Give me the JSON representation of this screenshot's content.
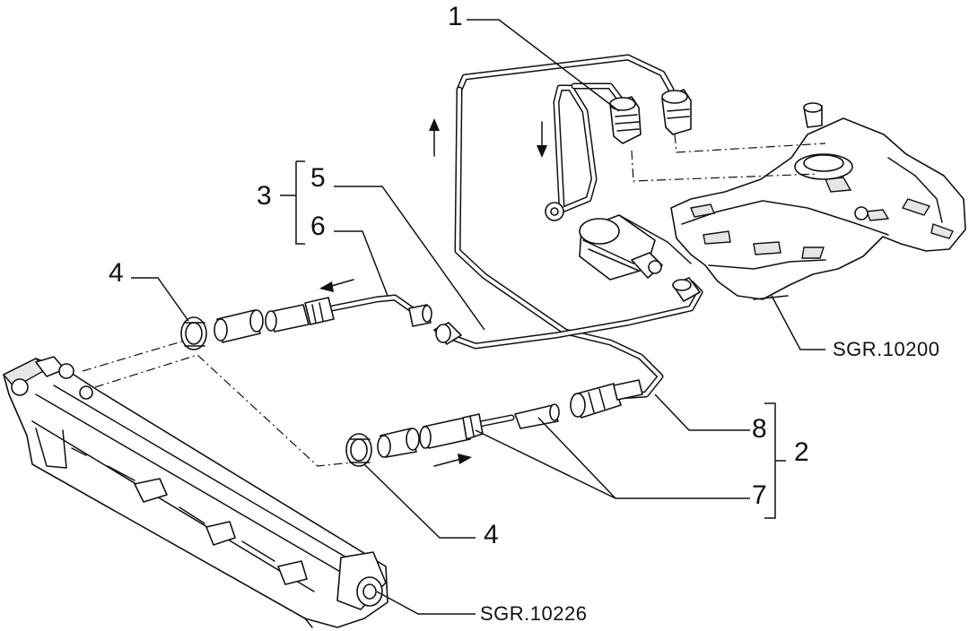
{
  "callouts": {
    "c1": "1",
    "c2": "2",
    "c3": "3",
    "c4_top": "4",
    "c4_bottom": "4",
    "c5": "5",
    "c6": "6",
    "c7": "7",
    "c8": "8"
  },
  "references": {
    "tank": "SGR.10200",
    "fuel_rail": "SGR.10226"
  }
}
